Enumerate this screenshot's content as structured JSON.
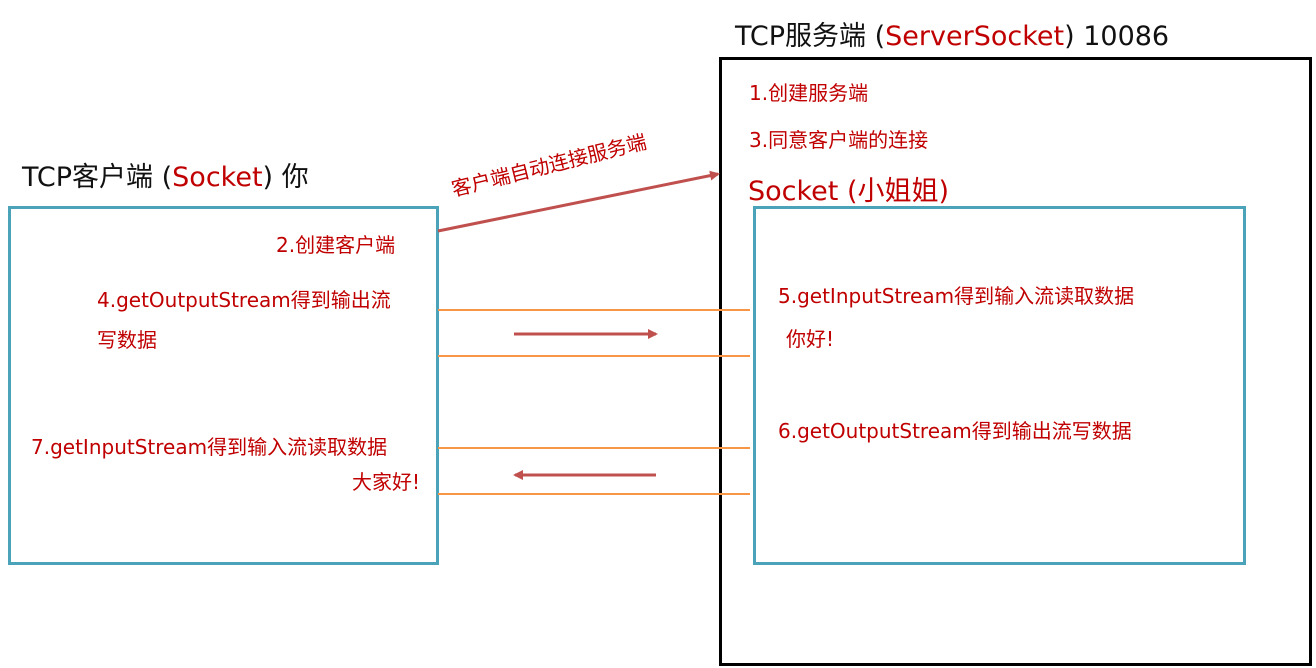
{
  "client": {
    "title_prefix": "TCP客户端 (",
    "title_socket": "Socket",
    "title_suffix": ") 你",
    "step_create": "2.创建客户端",
    "step_output_line1": "4.getOutputStream得到输出流",
    "step_output_line2": "写数据",
    "step_input": "7.getInputStream得到输入流读取数据",
    "received_message": "大家好!"
  },
  "server": {
    "title_prefix": "TCP服务端 (",
    "title_serversocket": "ServerSocket",
    "title_suffix": ") 10086",
    "step_create": "1.创建服务端",
    "step_accept": "3.同意客户端的连接",
    "socket_label": "Socket (小姐姐)",
    "step_input": "5.getInputStream得到输入流读取数据",
    "received_message": "你好!",
    "step_output": "6.getOutputStream得到输出流写数据"
  },
  "connection": {
    "label": "客户端自动连接服务端"
  },
  "colors": {
    "accent_red": "#c00000",
    "arrow_red": "#c0504d",
    "stream_orange": "#f79646",
    "box_teal": "#4aa3b8",
    "box_black": "#000000"
  }
}
